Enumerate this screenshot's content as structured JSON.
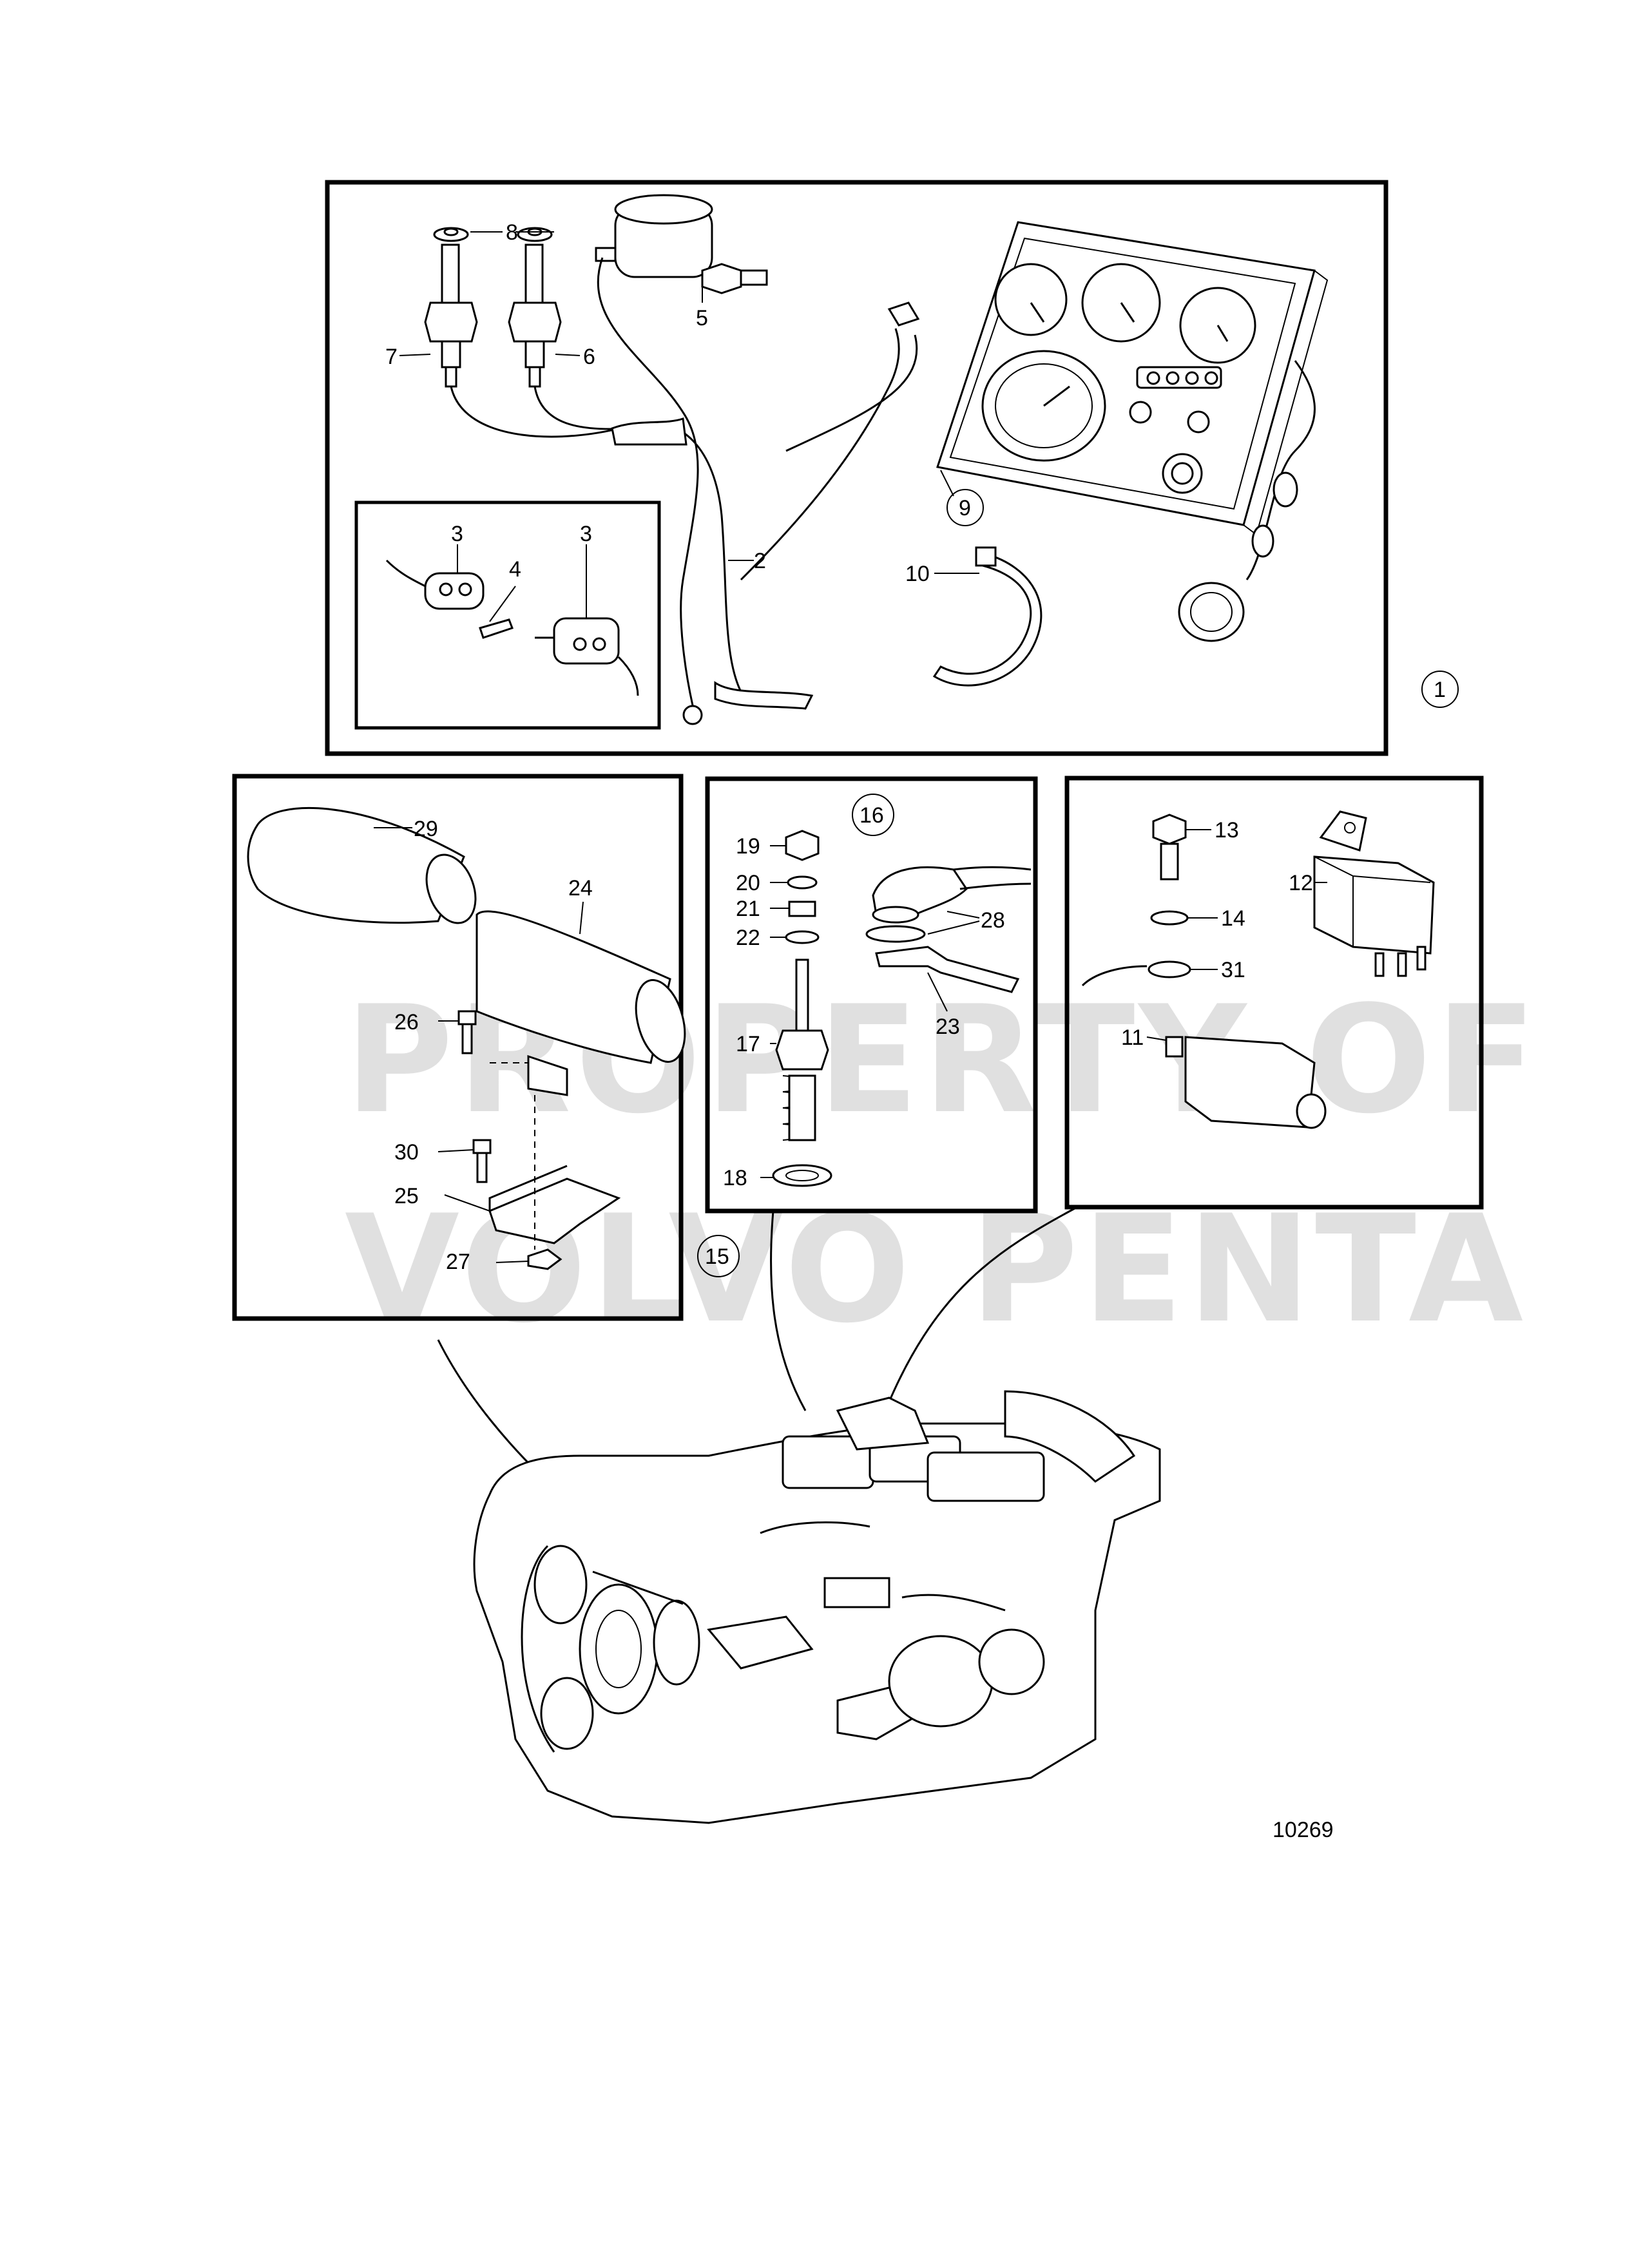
{
  "diagram": {
    "drawing_number": "10269",
    "watermark": [
      "PROPERTY OF",
      "VOLVO PENTA"
    ],
    "groups": {
      "instrument_group": "1",
      "fuel_shutoff_group": "15",
      "glow_plug_group": "16"
    },
    "callouts": {
      "p2": "2",
      "p3a": "3",
      "p3b": "3",
      "p4": "4",
      "p5": "5",
      "p6": "6",
      "p7": "7",
      "p8": "8",
      "p9": "9",
      "p10": "10",
      "p11": "11",
      "p12": "12",
      "p13": "13",
      "p14": "14",
      "p17": "17",
      "p18": "18",
      "p19": "19",
      "p20": "20",
      "p21": "21",
      "p22": "22",
      "p23": "23",
      "p24": "24",
      "p25": "25",
      "p26": "26",
      "p27": "27",
      "p28": "28",
      "p29": "29",
      "p30": "30",
      "p31": "31"
    }
  }
}
